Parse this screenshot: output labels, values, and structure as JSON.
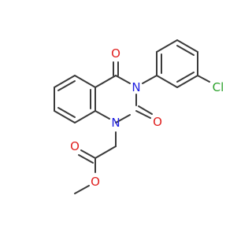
{
  "colors": {
    "bond": "#3a3a3a",
    "nitrogen": "#1f1fe0",
    "oxygen": "#e0201f",
    "chlorine": "#2aa12a",
    "background": "#ffffff"
  },
  "atoms": {
    "n1": "N",
    "n3": "N",
    "o_c4": "O",
    "o_c2": "O",
    "o_carbonyl": "O",
    "o_methoxy": "O",
    "cl": "Cl"
  }
}
